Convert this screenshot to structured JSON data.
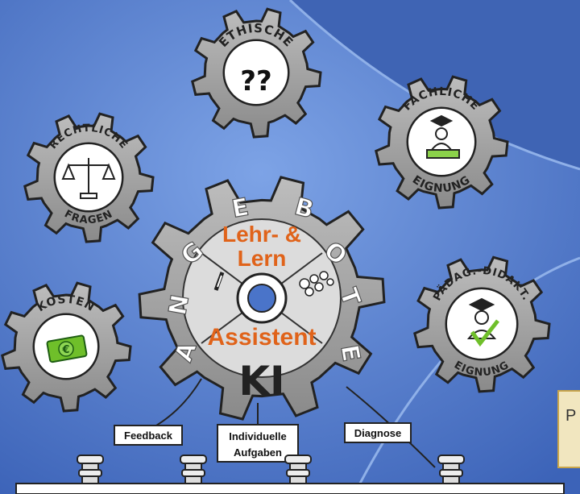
{
  "gears": {
    "ethische": {
      "label": "ETHISCHE",
      "symbol": "??"
    },
    "rechtliche": {
      "label_top": "RECHTLICHE",
      "label_bottom": "FRAGEN",
      "icon": "scales-icon"
    },
    "fachliche": {
      "label_top": "FACHLICHE",
      "label_bottom": "EIGNUNG",
      "icon": "graduate-book-icon"
    },
    "kosten": {
      "label": "KOSTEN",
      "icon": "euro-banknote-icon"
    },
    "paedag": {
      "label_top": "PÄDAG.-DIDAKT.",
      "label_bottom": "EIGNUNG",
      "icon": "graduate-checkmark-icon"
    }
  },
  "main_gear": {
    "letters": [
      "A",
      "N",
      "G",
      "E",
      "B",
      "O",
      "T",
      "E"
    ],
    "top_text_line1": "Lehr- &",
    "top_text_line2": "Lern",
    "middle_text": "Assistent",
    "bottom_text": "KI",
    "left_icon": "pencil-icon",
    "right_icon": "gears-dots-icon"
  },
  "labels": {
    "feedback": "Feedback",
    "aufgaben_line1": "Individuelle",
    "aufgaben_line2": "Aufgaben",
    "diagnose": "Diagnose"
  },
  "right_box": {
    "text": "P"
  },
  "colors": {
    "background": "#4a74c9",
    "gear": "#a3a3a3",
    "accent_orange": "#e0631a",
    "green": "#6fbf2a"
  }
}
